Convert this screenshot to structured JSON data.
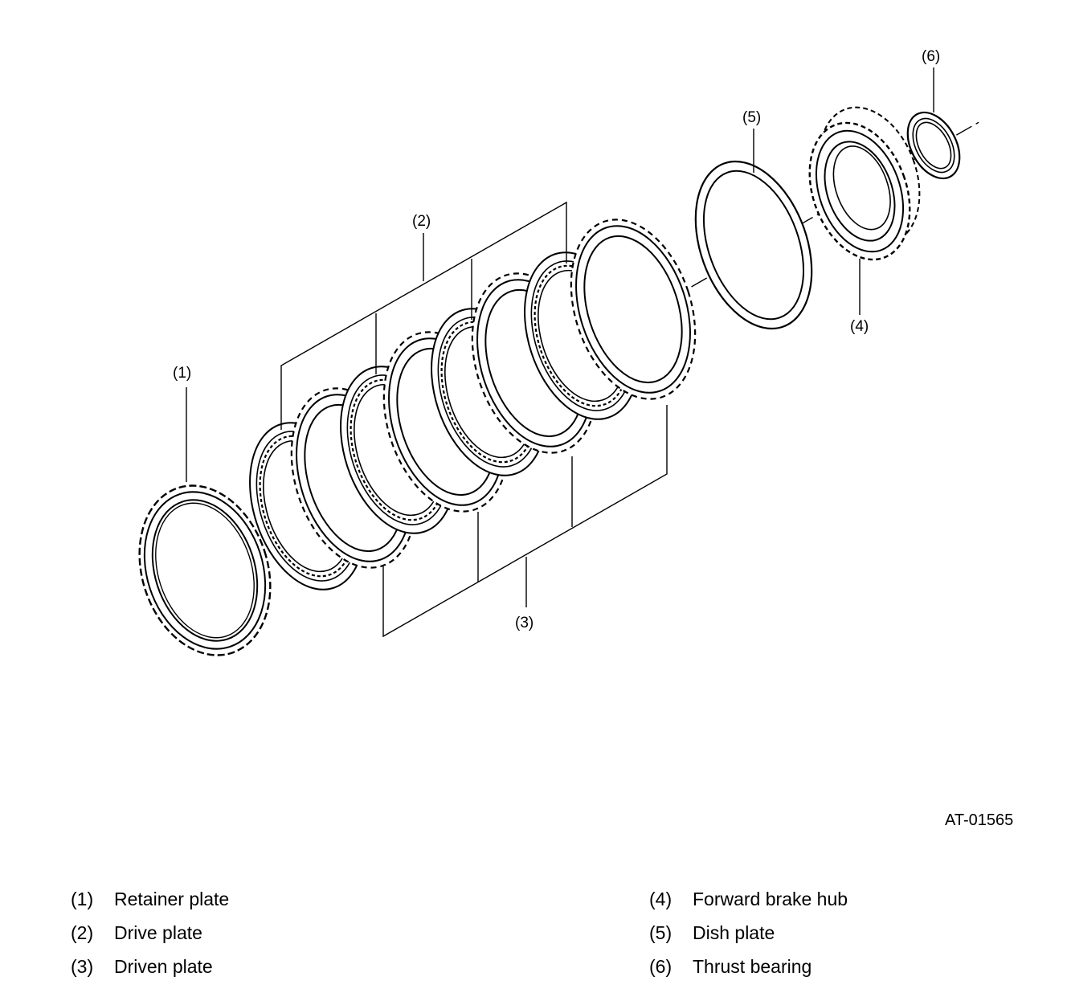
{
  "figure_code": "AT-01565",
  "callouts": {
    "c1": "(1)",
    "c2": "(2)",
    "c3": "(3)",
    "c4": "(4)",
    "c5": "(5)",
    "c6": "(6)"
  },
  "legend": [
    {
      "num": "(1)",
      "label": "Retainer plate"
    },
    {
      "num": "(2)",
      "label": "Drive plate"
    },
    {
      "num": "(3)",
      "label": "Driven plate"
    },
    {
      "num": "(4)",
      "label": "Forward brake hub"
    },
    {
      "num": "(5)",
      "label": "Dish plate"
    },
    {
      "num": "(6)",
      "label": "Thrust bearing"
    }
  ]
}
